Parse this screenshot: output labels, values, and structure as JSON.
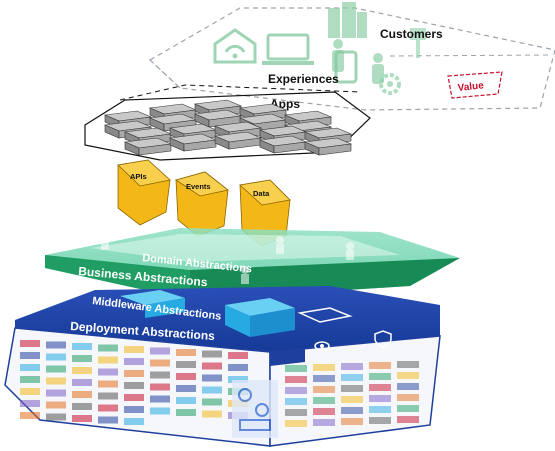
{
  "layers": {
    "customers": "Customers",
    "experiences": "Experiences",
    "value": "Value",
    "apps": "Apps",
    "apis": "APIs",
    "events": "Events",
    "data": "Data",
    "domain": "Domain Abstractions",
    "business": "Business Abstractions",
    "middleware": "Middleware Abstractions",
    "deployment": "Deployment Abstractions"
  },
  "colors": {
    "customer_green": "#b9dfc7",
    "value_red": "#c8102e",
    "hex_gold": "#f3b817",
    "business_green": "#1f9d63",
    "middleware_blue": "#1f3f9e",
    "cube_cyan": "#27a9e1"
  },
  "icons": [
    "wifi-home-icon",
    "laptop-icon",
    "phone-icon",
    "building-icon",
    "person-icon",
    "stand-icon",
    "gear-icon",
    "eye-icon",
    "shield-icon",
    "robot-arm-icon"
  ]
}
